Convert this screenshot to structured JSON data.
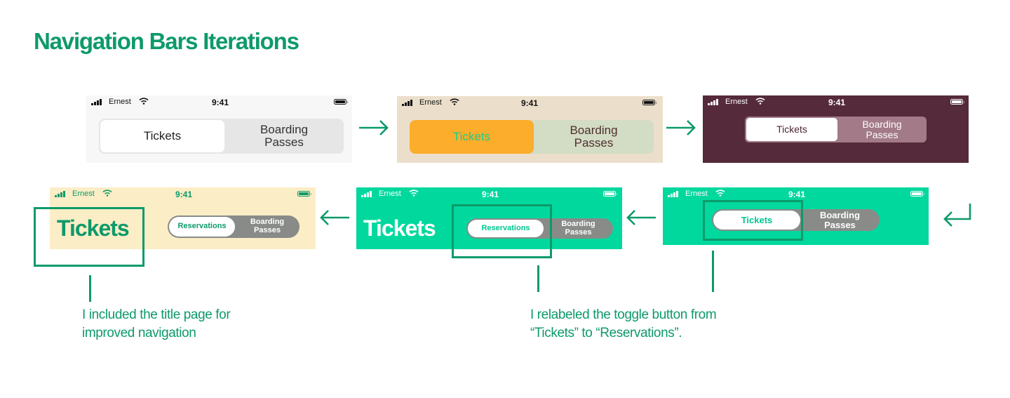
{
  "page": {
    "title": "Navigation Bars Iterations"
  },
  "status_bar": {
    "carrier": "Ernest",
    "time": "9:41"
  },
  "iterations": [
    {
      "page_title": "",
      "segments": [
        "Tickets",
        "Boarding Passes"
      ],
      "colors": {
        "bg": "#f7f7f7",
        "track": "#e6e6e6",
        "active": "#ffffff",
        "active_text": "#222222",
        "inactive_text": "#333333",
        "status_text": "#111111"
      }
    },
    {
      "page_title": "",
      "segments": [
        "Tickets",
        "Boarding Passes"
      ],
      "colors": {
        "bg": "#ebdfcb",
        "track": "#d3dcc4",
        "active": "#fbad2b",
        "active_text": "#17cf8f",
        "inactive_text": "#4f3030",
        "status_text": "#111111"
      }
    },
    {
      "page_title": "",
      "segments": [
        "Tickets",
        "Boarding Passes"
      ],
      "colors": {
        "bg": "#552a3a",
        "track": "#a27a88",
        "active": "#ffffff",
        "active_text": "#4a2534",
        "inactive_text": "#ffffff",
        "status_text": "#ffffff"
      }
    },
    {
      "page_title": "",
      "segments": [
        "Tickets",
        "Boarding Passes"
      ],
      "colors": {
        "bg": "#00d89e",
        "track": "#888b88",
        "active": "#ffffff",
        "active_text": "#00c78f",
        "inactive_text": "#ffffff",
        "status_text": "#ffffff"
      }
    },
    {
      "page_title": "Tickets",
      "segments": [
        "Reservations",
        "Boarding Passes"
      ],
      "colors": {
        "bg": "#00d89e",
        "track": "#888b88",
        "active": "#ffffff",
        "active_text": "#00c78f",
        "inactive_text": "#ffffff",
        "status_text": "#ffffff",
        "title_text": "#ffffff"
      }
    },
    {
      "page_title": "Tickets",
      "segments": [
        "Reservations",
        "Boarding Passes"
      ],
      "colors": {
        "bg": "#fbedc6",
        "track": "#888b88",
        "active": "#ffffff",
        "active_text": "#0d9a6a",
        "inactive_text": "#ffffff",
        "status_text": "#0d9a6a",
        "title_text": "#0d9a6a"
      }
    }
  ],
  "annotations": {
    "title_note": [
      "I included the title page for",
      "improved navigation"
    ],
    "relabel_note": [
      "I relabeled the toggle button from",
      "“Tickets” to “Reservations”."
    ]
  },
  "accent_color": "#0d9a6a"
}
